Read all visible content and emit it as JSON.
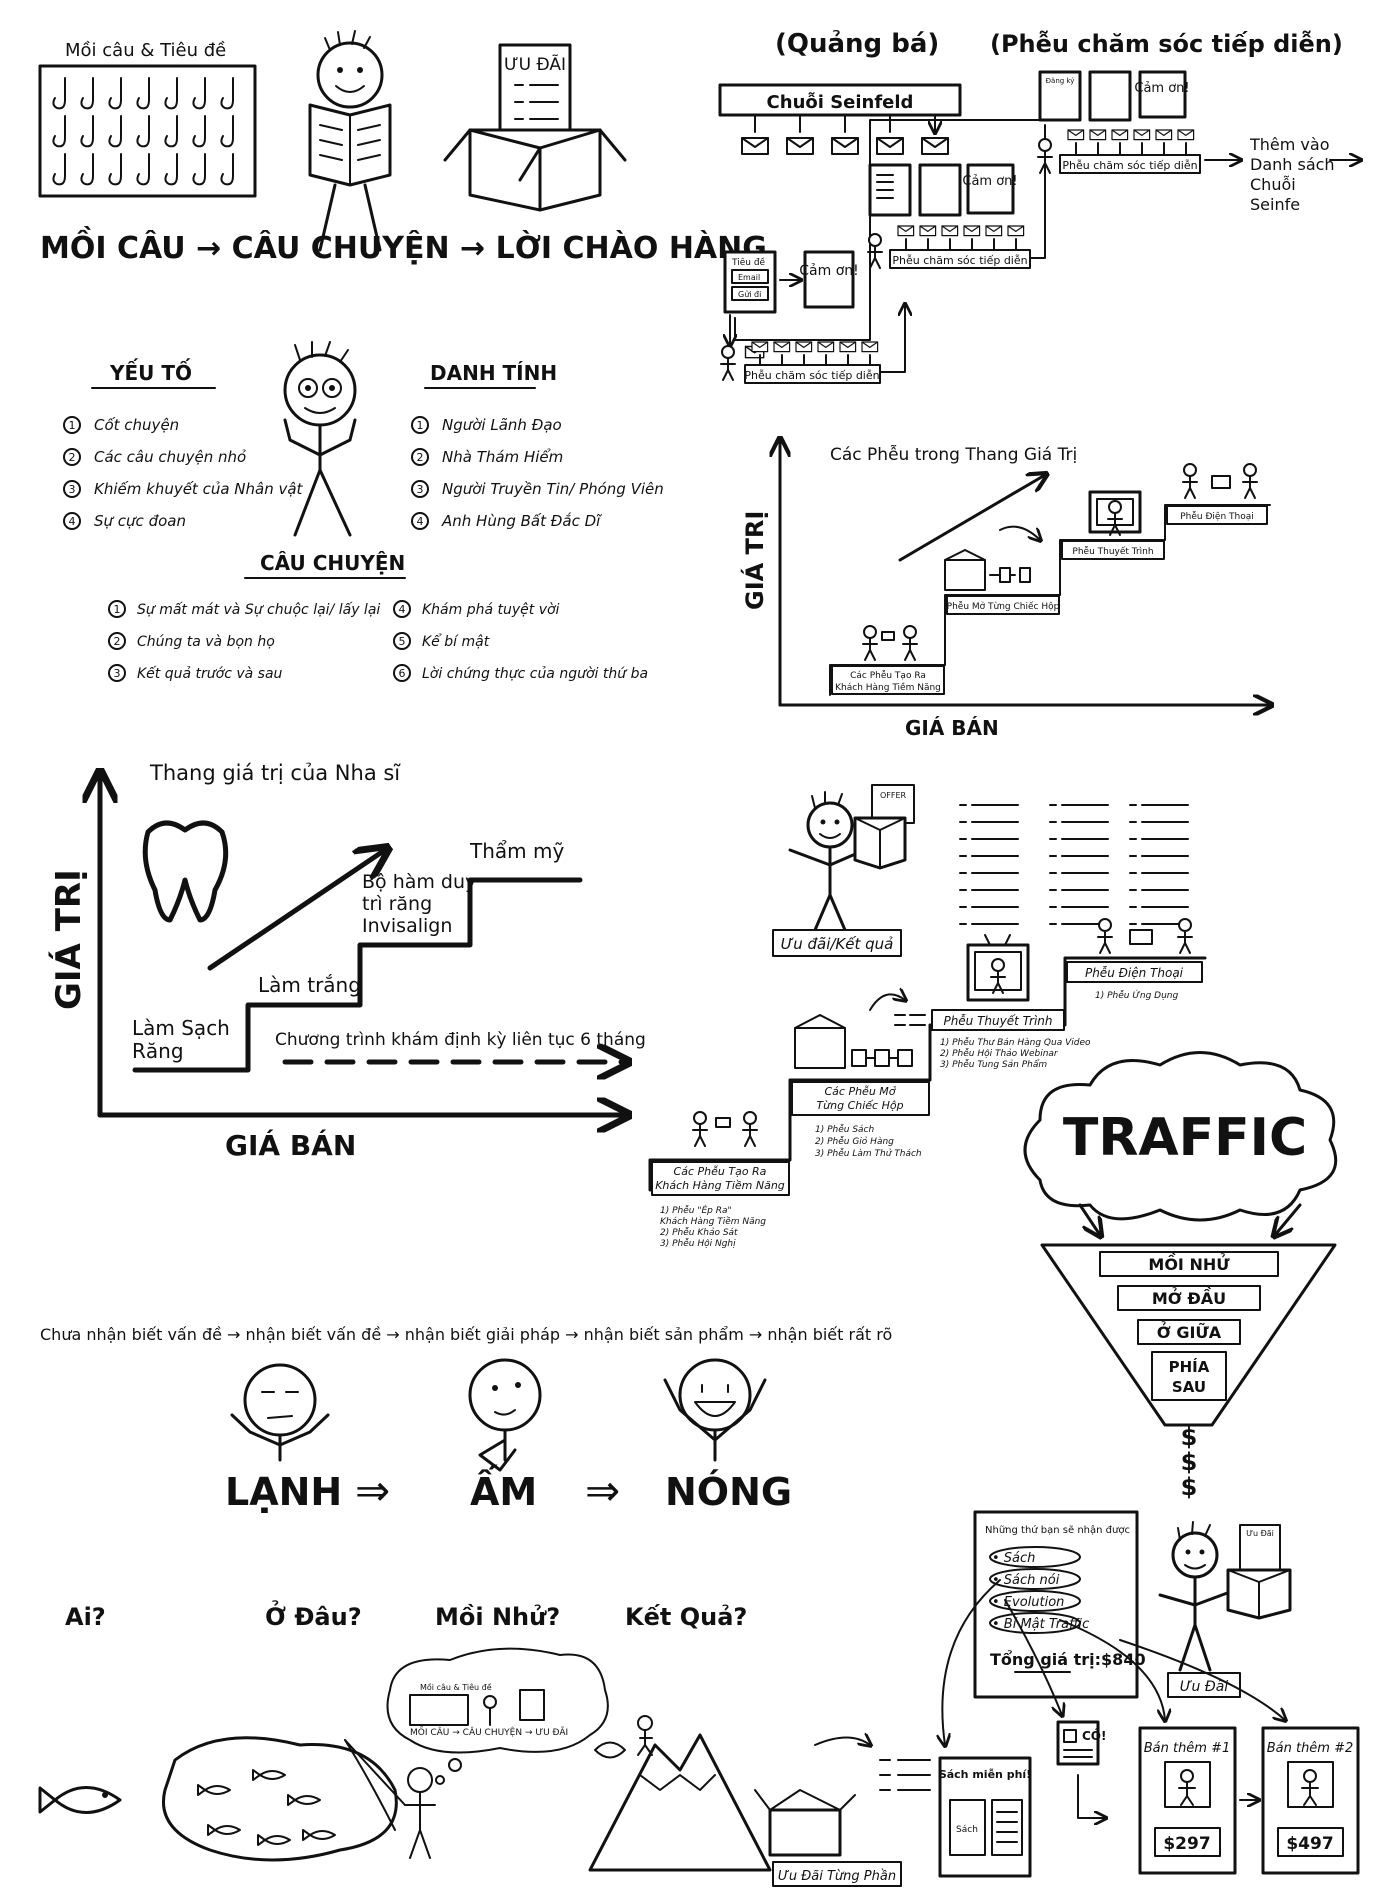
{
  "hook_story_offer": {
    "hooks_label": "Mồi câu & Tiêu đề",
    "offer_label": "ƯU ĐÃI",
    "formula": "MỒI CÂU → CÂU CHUYỆN → LỜI CHÀO HÀNG"
  },
  "elements": {
    "title": "YẾU TỐ",
    "items": [
      "Cốt chuyện",
      "Các câu chuyện nhỏ",
      "Khiếm khuyết của Nhân vật",
      "Sự cực đoan"
    ]
  },
  "identity": {
    "title": "DANH TÍNH",
    "items": [
      "Người Lãnh Đạo",
      "Nhà Thám Hiểm",
      "Người Truyền Tin/ Phóng Viên",
      "Anh Hùng Bất Đắc Dĩ"
    ]
  },
  "story": {
    "title": "CÂU CHUYỆN",
    "items": [
      "Sự mất mát và Sự chuộc lại/ lấy lại",
      "Chúng ta và bọn họ",
      "Kết quả trước và sau",
      "Khám phá tuyệt vời",
      "Kể bí mật",
      "Lời chứng thực của người thứ ba"
    ]
  },
  "seinfeld": {
    "promo_title": "(Quảng bá)",
    "followup_title": "(Phễu chăm sóc tiếp diễn)",
    "chain_label": "Chuỗi Seinfeld",
    "thanks": "Cảm ơn!",
    "signup": "Đăng ký",
    "title_label": "Tiêu đề",
    "email_label": "Email",
    "send_label": "Gửi đi",
    "nurture_label": "Phễu chăm sóc tiếp diễn",
    "add_to_list": [
      "Thêm vào",
      "Danh sách",
      "Chuỗi",
      "Seinfe"
    ]
  },
  "value_ladder_small": {
    "title": "Các Phễu trong Thang Giá Trị",
    "ylabel": "GIÁ TRỊ",
    "xlabel": "GIÁ BÁN",
    "steps": [
      {
        "label1": "Các Phễu Tạo Ra",
        "label2": "Khách Hàng Tiềm Năng"
      },
      {
        "label1": "Phễu Mở Từng Chiếc Hộp",
        "label2": ""
      },
      {
        "label1": "Phễu Thuyết Trình",
        "label2": ""
      },
      {
        "label1": "Phễu Điện Thoại",
        "label2": ""
      }
    ]
  },
  "dentist": {
    "title": "Thang giá trị của Nha sĩ",
    "ylabel": "GIÁ TRỊ",
    "xlabel": "GIÁ BÁN",
    "steps": [
      "Làm Sạch",
      "Răng",
      "Làm trắng",
      "Bộ hàm duy",
      "trì răng",
      "Invisalign",
      "Thẩm mỹ"
    ],
    "continuity": "Chương trình khám định kỳ liên tục 6 tháng"
  },
  "funnels_detail": {
    "offer_result": "Ưu đãi/Kết quả",
    "offer_paper": "OFFER",
    "step1": [
      "Các Phễu Tạo Ra",
      "Khách Hàng Tiềm Năng"
    ],
    "step1_items": [
      "1) Phễu \"Ép Ra\"",
      "Khách Hàng Tiềm Năng",
      "2) Phễu Khảo Sát",
      "3) Phễu Hội Nghị"
    ],
    "step2": [
      "Các Phễu Mở",
      "Từng Chiếc Hộp"
    ],
    "step2_items": [
      "1) Phễu Sách",
      "2) Phễu Giỏ Hàng",
      "3) Phễu Làm Thử Thách"
    ],
    "step3": "Phễu Thuyết Trình",
    "step3_items": [
      "1) Phễu Thư Bán Hàng Qua Video",
      "2) Phễu Hội Thảo Webinar",
      "3) Phễu Tung Sản Phẩm"
    ],
    "step4": "Phễu Điện Thoại",
    "step4_items": [
      "1) Phễu Ứng Dụng"
    ]
  },
  "traffic": {
    "cloud": "TRAFFIC",
    "layers": [
      "MỒI NHỬ",
      "MỞ ĐẦU",
      "Ở GIỮA",
      "PHÍA",
      "SAU"
    ],
    "money": "$"
  },
  "awareness": {
    "line": "Chưa nhận biết vấn đề → nhận biết vấn đề → nhận biết giải pháp → nhận biết sản phẩm → nhận biết rất rõ",
    "temps": [
      "LẠNH",
      "ẤM",
      "NÓNG"
    ],
    "arrow": "⇒"
  },
  "questions": {
    "items": [
      "Ai?",
      "Ở Đâu?",
      "Mồi Nhử?",
      "Kết Quả?"
    ],
    "bubble_top": "Mồi câu & Tiêu đề",
    "bubble_bottom": "MỒI CÂU → CÂU CHUYỆN → ƯU ĐÃI"
  },
  "offer_stack": {
    "heading": "Những thứ bạn sẽ nhận được",
    "items": [
      "Sách",
      "Sách nói",
      "Evolution",
      "Bí Mật Traffic"
    ],
    "total": "Tổng giá trị:$840",
    "offer_label": "Ưu Đãi",
    "offer_paper": "Ưu Đãi",
    "partial": "Ưu Đãi Từng Phần",
    "free_book": "Sách miễn phí!",
    "book": "Sách",
    "yes": "CÓ!",
    "upsell1": "Bán thêm #1",
    "upsell2": "Bán thêm #2",
    "price1": "$297",
    "price2": "$497"
  }
}
